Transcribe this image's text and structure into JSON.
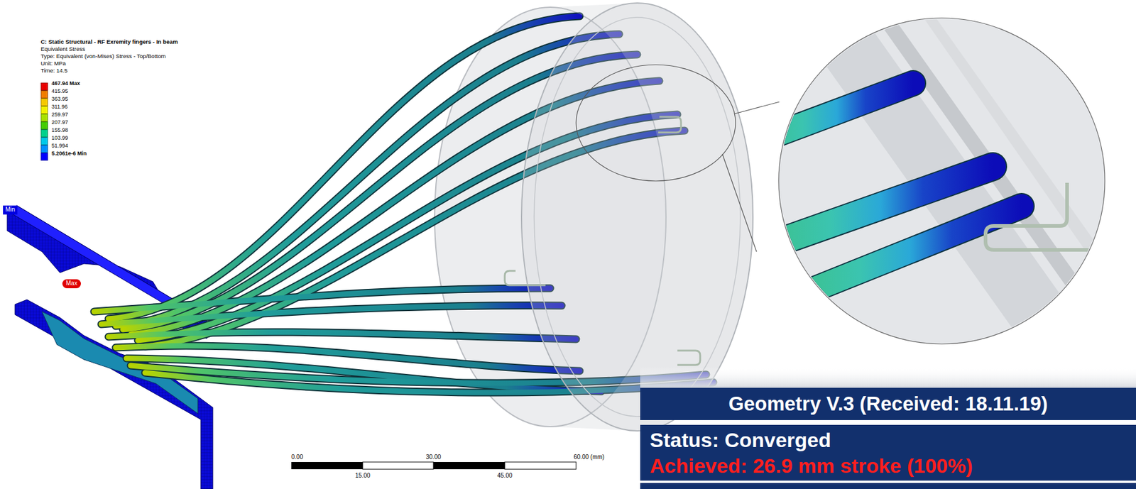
{
  "diagram": {
    "nodes": [
      {
        "text": [
          "Min"
        ]
      },
      {
        "text": [
          "Max"
        ]
      },
      {
        "text": [
          "Geometry V.3 (Received: 18.11.19)"
        ]
      },
      {
        "text": [
          "Status: Converged",
          "Achieved: 26.9 mm stroke (100%)"
        ]
      }
    ],
    "labels": [
      "C: Static Structural - RF Exremity fingers - In beam",
      "Equivalent Stress",
      "Type: Equivalent (von-Mises) Stress - Top/Bottom",
      "Unit: MPa",
      "Time: 14.5",
      "0.00",
      "30.00",
      "60.00 (mm)",
      "15.00",
      "45.00"
    ],
    "legend": [
      {
        "text": "467.94 Max",
        "color": "#e80000"
      },
      {
        "text": "415.95",
        "color": "#f07d00"
      },
      {
        "text": "363.95",
        "color": "#f5c800"
      },
      {
        "text": "311.96",
        "color": "#f0f000"
      },
      {
        "text": "259.97",
        "color": "#a8e000"
      },
      {
        "text": "207.97",
        "color": "#44cc00"
      },
      {
        "text": "155.98",
        "color": "#00d08c"
      },
      {
        "text": "103.99",
        "color": "#00c8e8"
      },
      {
        "text": "51.994",
        "color": "#0090ff"
      },
      {
        "text": "5.2061e-6 Min",
        "color": "#0000ff"
      }
    ]
  }
}
